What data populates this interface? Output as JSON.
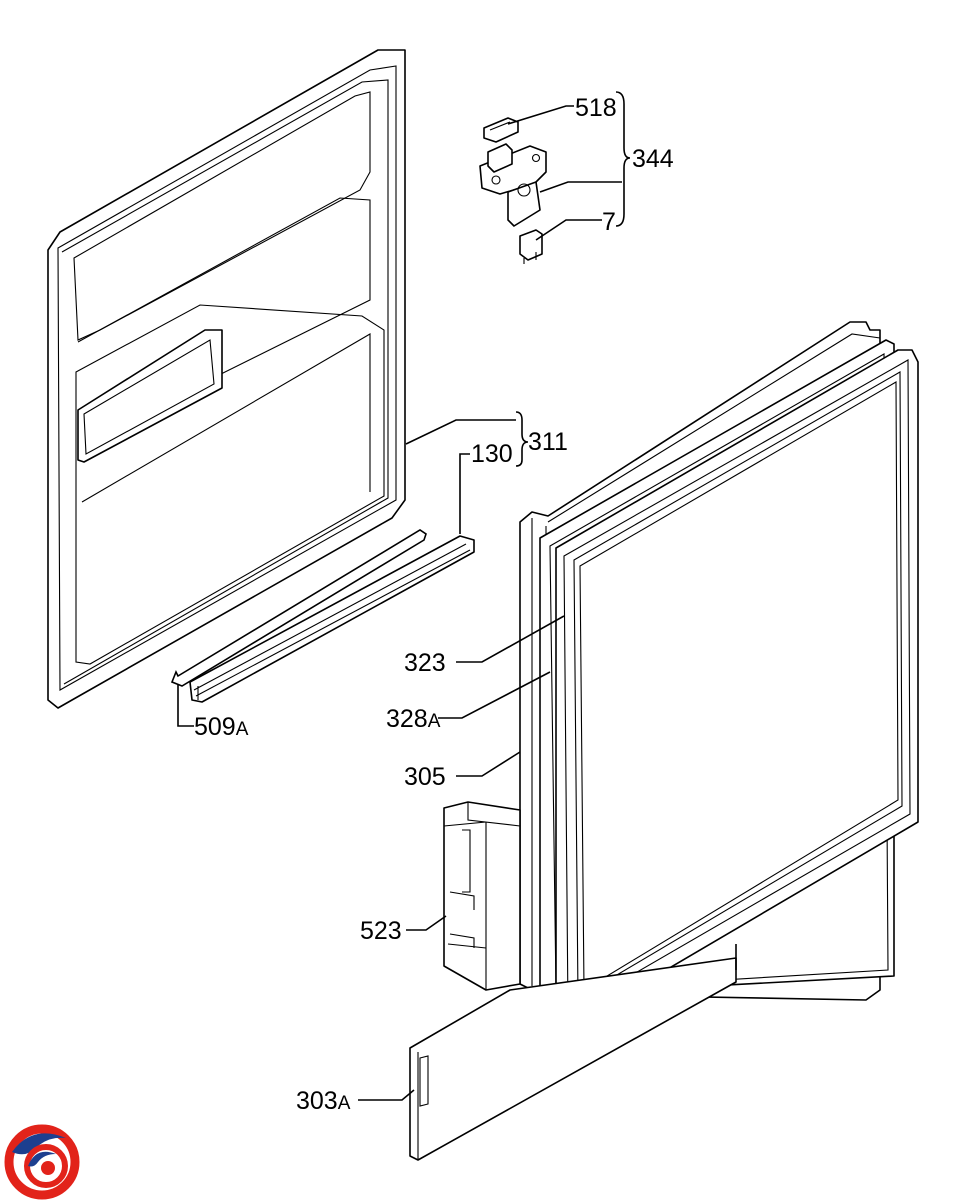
{
  "labels": {
    "p518": "518",
    "p344": "344",
    "p7": "7",
    "p311": "311",
    "p130": "130",
    "p509": "509",
    "p509_suffix": "A",
    "p323": "323",
    "p328": "328",
    "p328_suffix": "A",
    "p305": "305",
    "p523": "523",
    "p303": "303",
    "p303_suffix": "A"
  },
  "logo": {
    "colors": {
      "red": "#e2231a",
      "blue": "#1d3f8f"
    }
  }
}
